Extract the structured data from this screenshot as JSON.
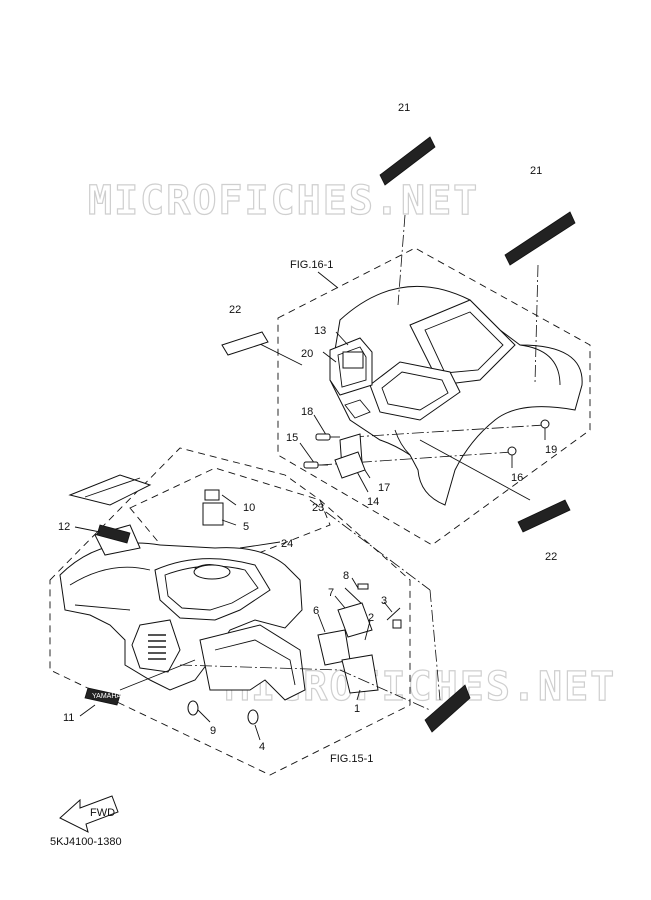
{
  "watermarks": [
    "MICROFICHES.NET",
    "MICROFICHES.NET"
  ],
  "figure_refs": [
    "FIG.16-1",
    "FIG.15-1"
  ],
  "callouts": [
    "21",
    "21",
    "22",
    "13",
    "20",
    "18",
    "15",
    "19",
    "16",
    "17",
    "14",
    "22",
    "23",
    "10",
    "5",
    "12",
    "24",
    "8",
    "7",
    "3",
    "6",
    "2",
    "1",
    "11",
    "9",
    "4"
  ],
  "decal_texts": [
    "YAMAHA",
    "FWD"
  ],
  "catalog_code": "5KJ4100-1380"
}
